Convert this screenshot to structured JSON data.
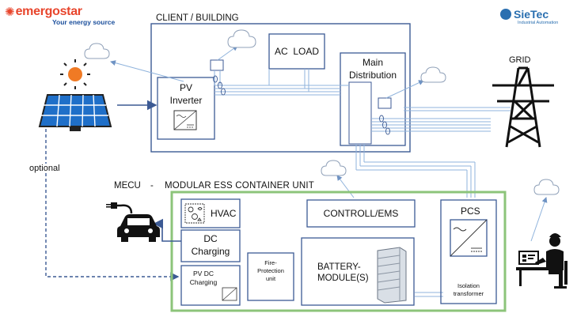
{
  "logos": {
    "emergostar_name": "emergostar",
    "emergostar_tagline": "Your energy source",
    "sietec_name": "SieTec",
    "sietec_tagline": "Industrial Automation"
  },
  "building": {
    "title": "CLIENT / BUILDING",
    "ac_load": "AC  LOAD",
    "pv_inverter": "PV\nInverter",
    "main_distribution": "Main\nDistribution"
  },
  "grid": {
    "label": "GRID"
  },
  "optional_label": "optional",
  "mecu": {
    "title_short": "MECU",
    "dash": "-",
    "title_long": "MODULAR ESS CONTAINER UNIT",
    "hvac": "HVAC",
    "dc_charging": "DC\nCharging",
    "pv_dc_charging": "PV DC\nCharging",
    "fire_protection": "Fire-\nProtection\nunit",
    "controll_ems": "CONTROLL/EMS",
    "battery_modules": "BATTERY-\nMODULE(S)",
    "pcs": "PCS",
    "isolation_transformer": "Isolation\ntransformer"
  },
  "colors": {
    "dark_blue": "#2f4a7a",
    "box_blue": "#3c5a94",
    "light_blue": "#8fb3dc",
    "green_border": "#8cc47a",
    "sun": "#f07a24",
    "emergostar_red": "#e8452c",
    "emergostar_blue": "#1b4f9c",
    "sietec_blue": "#2a6fb0"
  },
  "icons": {
    "sun": "sun-icon",
    "solar_panel": "solar-panel-icon",
    "pylon": "transmission-tower-icon",
    "ev_car": "ev-car-icon",
    "operator": "operator-at-desk-icon",
    "cloud": "cloud-icon"
  }
}
